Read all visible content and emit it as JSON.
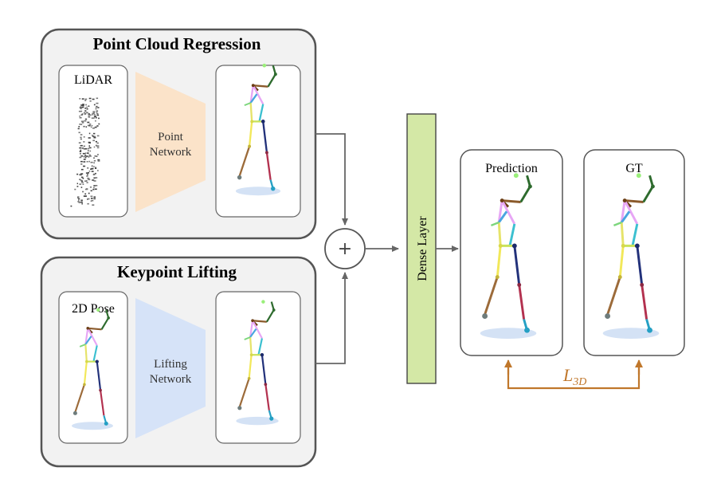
{
  "blocks": {
    "point_cloud_regression": {
      "title": "Point Cloud Regression",
      "input_label": "LiDAR",
      "network_line1": "Point",
      "network_line2": "Network"
    },
    "keypoint_lifting": {
      "title": "Keypoint Lifting",
      "input_label": "2D Pose",
      "network_line1": "Lifting",
      "network_line2": "Network"
    }
  },
  "fusion": {
    "symbol": "+"
  },
  "dense_layer": {
    "label": "Dense Layer"
  },
  "outputs": {
    "prediction_label": "Prediction",
    "gt_label": "GT"
  },
  "loss": {
    "base": "L",
    "subscript": "3D"
  },
  "colors": {
    "point_network_fill": "#fbe3c9",
    "lifting_network_fill": "#d6e3f8",
    "dense_layer_fill": "#d4e8a6",
    "loss_arrow": "#c0772b",
    "block_bg": "#f2f2f2",
    "block_border": "#555555"
  }
}
